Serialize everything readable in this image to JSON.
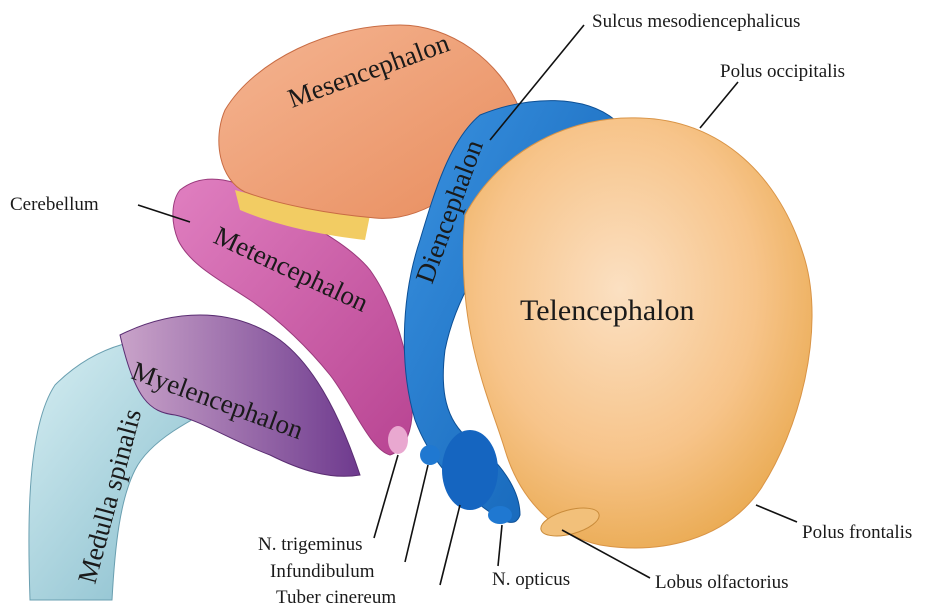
{
  "regions": {
    "mesencephalon": "Mesencephalon",
    "diencephalon": "Diencephalon",
    "telencephalon": "Telencephalon",
    "metencephalon": "Metencephalon",
    "myelencephalon": "Myelencephalon",
    "medulla_spinalis": "Medulla spinalis"
  },
  "callouts": {
    "sulcus_mesodiencephalicus": "Sulcus mesodiencephalicus",
    "polus_occipitalis": "Polus occipitalis",
    "cerebellum": "Cerebellum",
    "polus_frontalis": "Polus frontalis",
    "n_trigeminus": "N. trigeminus",
    "infundibulum": "Infundibulum",
    "tuber_cinereum": "Tuber cinereum",
    "n_opticus": "N. opticus",
    "lobus_olfactorius": "Lobus olfactorius"
  },
  "colors": {
    "mesencephalon": "#f0a27a",
    "diencephalon": "#1f78d1",
    "telencephalon": "#f7c48a",
    "metencephalon": "#d35fa8",
    "myelencephalon": "#8a4aa0",
    "medulla_spinalis": "#9ad1de",
    "isthmus": "#f2cc63"
  }
}
